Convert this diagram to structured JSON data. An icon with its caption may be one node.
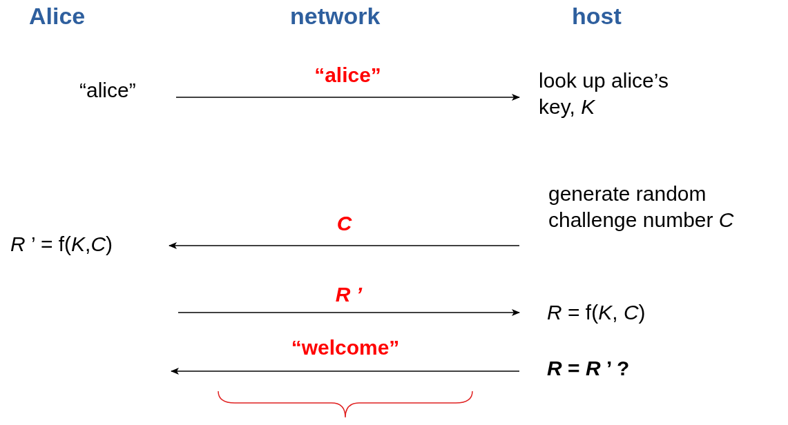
{
  "diagram": {
    "nodes": [
      {
        "text": [
          "“alice”"
        ]
      },
      {
        "text": [
          "look up alice’s key, *K*"
        ]
      },
      {
        "text": [
          "generate random challenge number *C*"
        ]
      },
      {
        "text": [
          "*R* ’ = f(*K*,*C*)"
        ]
      },
      {
        "text": [
          "*R* = f(*K*, *C*)"
        ]
      },
      {
        "text": [
          "*R* = *R* ’ ?"
        ]
      }
    ],
    "edges": [
      {
        "from": 0,
        "to": 1,
        "arrow": "to",
        "label": "“alice”"
      },
      {
        "from": 2,
        "to": 3,
        "arrow": "to",
        "label": "C"
      },
      {
        "from": null,
        "to": 4,
        "arrow": "to",
        "label": "R ’"
      },
      {
        "from": 5,
        "to": null,
        "arrow": "to",
        "label": "“welcome”"
      }
    ],
    "labels": [
      "Alice",
      "network",
      "host"
    ]
  }
}
